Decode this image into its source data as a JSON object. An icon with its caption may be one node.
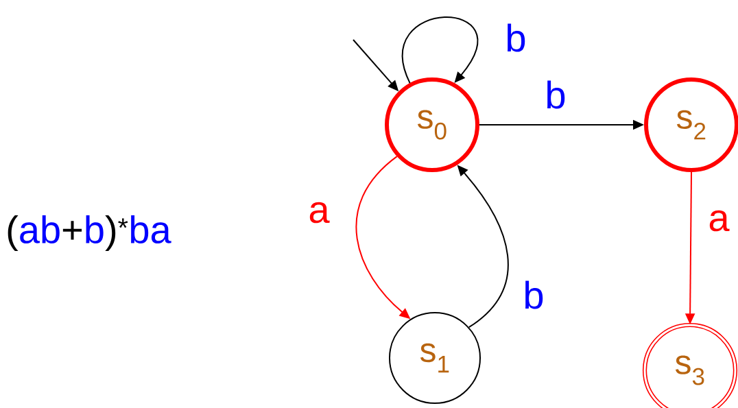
{
  "diagram": {
    "nodes": [
      {
        "text": [
          "s$_{0}$"
        ]
      },
      {
        "text": [
          "s$_{1}$"
        ]
      },
      {
        "text": [
          "s$_{2}$"
        ]
      },
      {
        "text": [
          "s$_{3}$"
        ]
      }
    ],
    "edges": [
      {
        "from": null,
        "to": 0,
        "arrow": "to"
      },
      {
        "from": 0,
        "to": 0,
        "arrow": "to",
        "label": "b"
      },
      {
        "from": 0,
        "to": 2,
        "arrow": "to",
        "label": "b"
      },
      {
        "from": 0,
        "to": 1,
        "arrow": "to",
        "label": "a",
        "color": "#ff0000"
      },
      {
        "from": 1,
        "to": 0,
        "arrow": "to",
        "label": "b"
      },
      {
        "from": 2,
        "to": 3,
        "arrow": "to",
        "label": "a",
        "color": "#ff0000"
      }
    ],
    "labels": [
      "(",
      "ab",
      "+",
      "b",
      ")$^{*}$",
      "ba"
    ]
  }
}
